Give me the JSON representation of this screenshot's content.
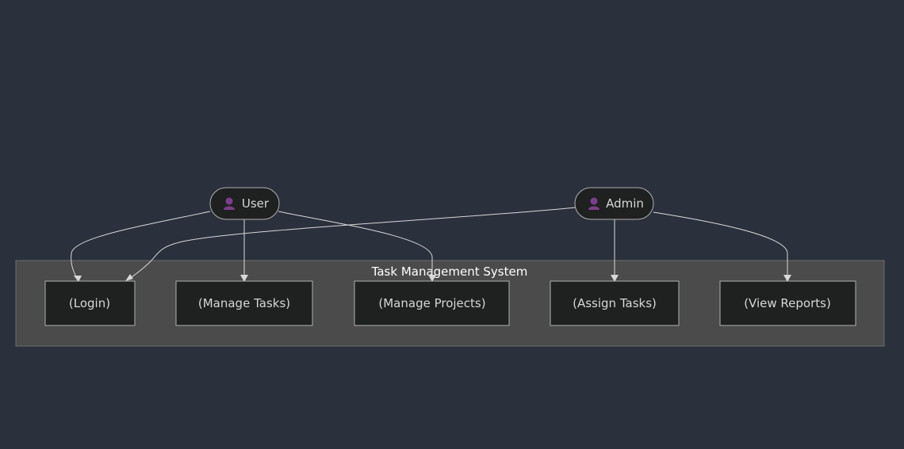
{
  "diagram": {
    "subgraph": {
      "title": "Task Management System"
    },
    "actors": {
      "user": {
        "label": "User",
        "icon": "user-icon"
      },
      "admin": {
        "label": "Admin",
        "icon": "user-icon"
      }
    },
    "use_cases": {
      "login": "(Login)",
      "manage_tasks": "(Manage Tasks)",
      "manage_projects": "(Manage Projects)",
      "assign_tasks": "(Assign Tasks)",
      "view_reports": "(View Reports)"
    },
    "edges": [
      {
        "from": "User",
        "to": "(Login)"
      },
      {
        "from": "User",
        "to": "(Manage Tasks)"
      },
      {
        "from": "User",
        "to": "(Manage Projects)"
      },
      {
        "from": "Admin",
        "to": "(Login)"
      },
      {
        "from": "Admin",
        "to": "(Assign Tasks)"
      },
      {
        "from": "Admin",
        "to": "(View Reports)"
      }
    ],
    "colors": {
      "background": "#2a303c",
      "subgraph_fill": "#4a4b4a",
      "node_fill": "#1f2020",
      "node_stroke": "#b0b0b0",
      "edge": "#d8d8d8",
      "icon": "#7b3f8a"
    }
  }
}
